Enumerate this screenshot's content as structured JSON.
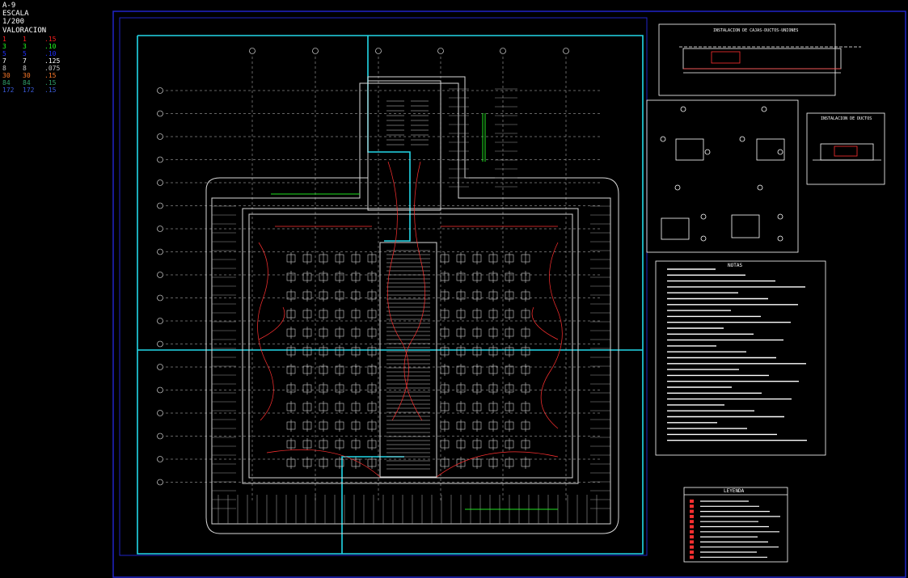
{
  "title_block": {
    "sheet": "A-9",
    "scale_label": "ESCALA",
    "scale_value": "1/200",
    "valuation_label": "VALORACION"
  },
  "weights": [
    {
      "a": "1",
      "b": "1",
      "c": ".15",
      "color": "#ff2020"
    },
    {
      "a": "3",
      "b": "3",
      "c": ".10",
      "color": "#20ff20"
    },
    {
      "a": "5",
      "b": "5",
      "c": ".10",
      "color": "#2030ff"
    },
    {
      "a": "7",
      "b": "7",
      "c": ".125",
      "color": "#ffffff"
    },
    {
      "a": "8",
      "b": "8",
      "c": ".075",
      "color": "#c8c8c8"
    },
    {
      "a": "30",
      "b": "30",
      "c": ".15",
      "color": "#ff7a2a"
    },
    {
      "a": "84",
      "b": "84",
      "c": ".15",
      "color": "#2fa06a"
    },
    {
      "a": "172",
      "b": "172",
      "c": ".15",
      "color": "#3a5ad8"
    }
  ],
  "colors": {
    "frame": "#2024c8",
    "wall": "#d8d8d8",
    "grid": "#ffffff",
    "cyan": "#22d8e8",
    "red": "#ff3030",
    "green": "#22e022"
  },
  "details": {
    "trench_title": "INSTALACION DE CAJAS-DUCTOS-UNIONES",
    "duct_title": "INSTALACION DE DUCTOS"
  },
  "notes": {
    "title": "NOTAS"
  },
  "legend": {
    "title": "LEYENDA"
  }
}
